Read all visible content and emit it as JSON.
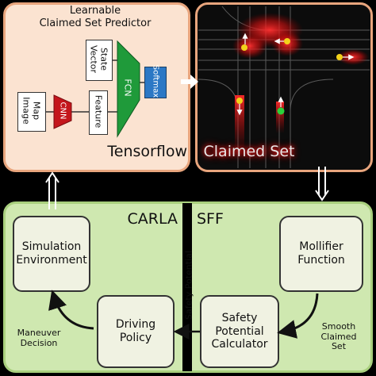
{
  "predictor": {
    "title_line1": "Learnable",
    "title_line2": "Claimed Set Predictor",
    "state_vector_line1": "State",
    "state_vector_line2": "Vector",
    "map_image_line1": "Map",
    "map_image_line2": "Image",
    "feature_label": "Feature",
    "cnn_label": "CNN",
    "fcn_label": "FCN",
    "softmax_label": "Softmax",
    "framework_label": "Tensorflow"
  },
  "claimed_set": {
    "label": "Claimed Set"
  },
  "carla": {
    "title": "CARLA",
    "simulation_line1": "Simulation",
    "simulation_line2": "Environment",
    "driving_line1": "Driving",
    "driving_line2": "Policy",
    "maneuver_line1": "Maneuver",
    "maneuver_line2": "Decision"
  },
  "sff": {
    "title": "SFF",
    "mollifier_line1": "Mollifier",
    "mollifier_line2": "Function",
    "calculator_line1": "Safety",
    "calculator_line2": "Potential",
    "calculator_line3": "Calculator",
    "smooth_line1": "Smooth",
    "smooth_line2": "Claimed",
    "smooth_line3": "Set"
  },
  "safety_potential_label": "Safety Potential",
  "colors": {
    "predictor_bg": "#fbe3d1",
    "predictor_border": "#e8a57d",
    "lower_bg": "#cfe8b0",
    "cnn_red": "#c4161c",
    "fcn_green": "#1f9a3a",
    "softmax_blue": "#2b78c5",
    "claimed_red": "#ff1a1a"
  }
}
